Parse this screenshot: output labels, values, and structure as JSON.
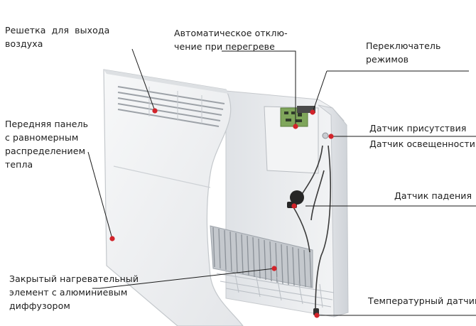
{
  "labels": {
    "grille": "Решетка для выхода\nвоздуха",
    "front_panel": "Передняя панель\nс равномерным\nраспределением\nтепла",
    "heater": "Закрытый нагревательный\nэлемент с алюминиевым\nдиффузором",
    "overheat": "Автоматическое отклю-\nчение при перегреве",
    "mode_switch": "Переключатель\nрежимов",
    "presence": "Датчик присутствия",
    "light": "Датчик освещенности",
    "fall": "Датчик падения",
    "temperature": "Температурный датчик"
  },
  "colors": {
    "leader": "#1a1a1a",
    "marker": "#d2232a",
    "panel": "#eef0f2",
    "panel_edge": "#c9ccd0",
    "fins": "#b7bcc2"
  }
}
